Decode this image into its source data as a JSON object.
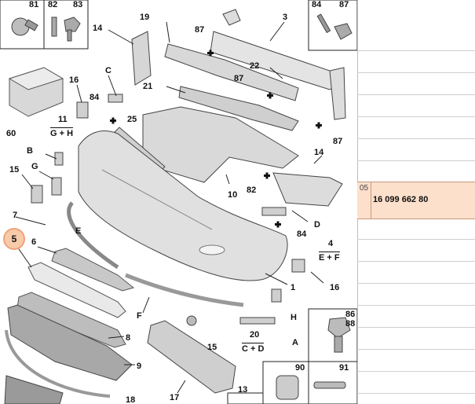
{
  "labels": {
    "l81": "81",
    "l82t": "82",
    "l83": "83",
    "l84t": "84",
    "l87t": "87",
    "l19": "19",
    "l3": "3",
    "l87a": "87",
    "l14a": "14",
    "l22": "22",
    "lC": "C",
    "l16a": "16",
    "l87b": "87",
    "l84a": "84",
    "l21": "21",
    "l60": "60",
    "l11": "11",
    "l11sub": "G + H",
    "l25": "25",
    "l87c": "87",
    "lB": "B",
    "l14b": "14",
    "l15a": "15",
    "lG": "G",
    "l82b": "82",
    "l10": "10",
    "lD": "D",
    "l84b": "84",
    "l7": "7",
    "lE": "E",
    "l4": "4",
    "l4sub": "E + F",
    "l5": "5",
    "l6": "6",
    "l16b": "16",
    "l1": "1",
    "lH": "H",
    "lF": "F",
    "l86": "86",
    "l88": "88",
    "l8": "8",
    "l15b": "15",
    "l20": "20",
    "l20sub": "C + D",
    "lA": "A",
    "l9": "9",
    "l17": "17",
    "l13": "13",
    "l90": "90",
    "l91": "91",
    "l18": "18"
  },
  "parts_row": {
    "index": "05",
    "code": "16 099 662 80"
  },
  "highlight": "5"
}
